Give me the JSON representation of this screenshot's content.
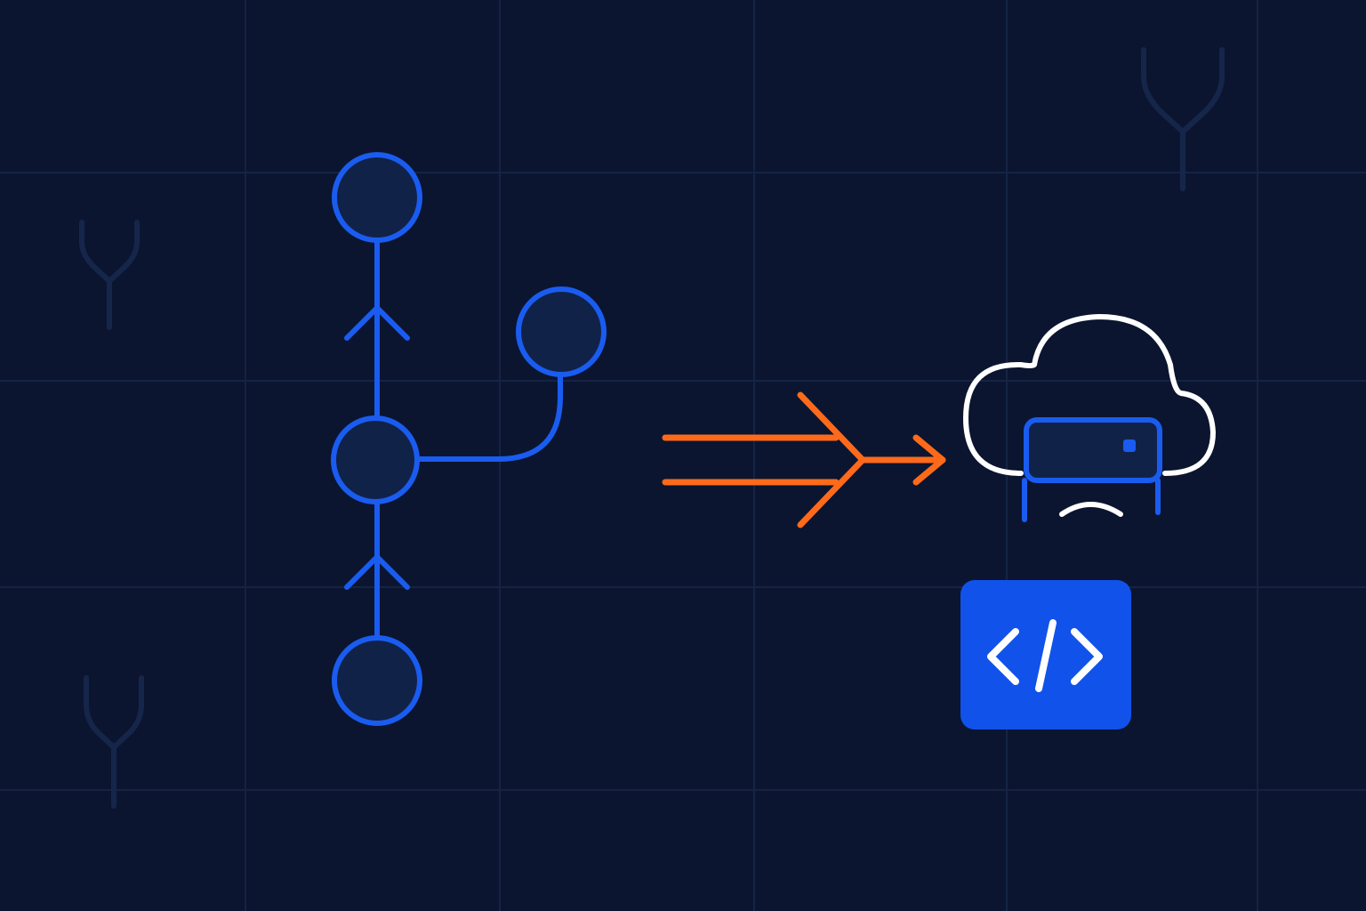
{
  "colors": {
    "background": "#0b1530",
    "grid_line": "#152344",
    "faint_branch_icon": "#16264a",
    "commit_stroke": "#1a5cf0",
    "commit_fill": "#112248",
    "arrow": "#ff6a1a",
    "cloud_outline": "#ffffff",
    "server_stroke": "#1a5cf0",
    "code_tile": "#1152ea",
    "code_glyph": "#ffffff"
  },
  "diagram": {
    "commit_graph": {
      "main_branch_commits": 3,
      "side_branch_commits": 1,
      "direction": "upward",
      "node_icon": "commit-circle",
      "arrow_icon": "chevron-up-icon"
    },
    "flow_arrow": {
      "icon": "merge-arrow-icon",
      "input_lines": 2
    },
    "target": {
      "icons": [
        "cloud-icon",
        "server-icon",
        "wifi-signal-icon",
        "code-brackets-icon"
      ]
    },
    "background_icons": [
      "git-branch-icon",
      "git-branch-icon",
      "git-branch-icon"
    ]
  }
}
